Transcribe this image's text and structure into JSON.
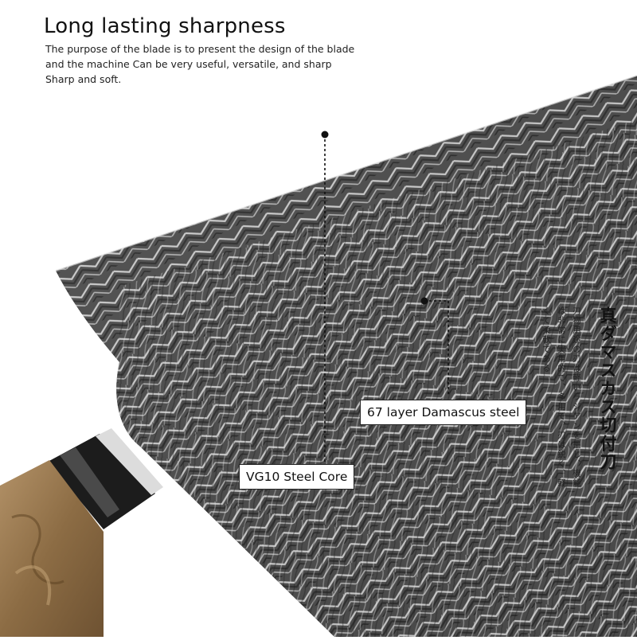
{
  "header": {
    "title": "Long lasting sharpness",
    "description": "The purpose of the blade is to present the design of the blade and the machine Can be very useful, versatile, and sharp Sharp and soft."
  },
  "callouts": {
    "core": "VG10 Steel Core",
    "layers": "67 layer Damascus steel"
  },
  "japanese": {
    "title": "真ダマスカス切付刀",
    "body": "刃物用途の刃は軽いラジアンを呈し、機能は非常に実用的で、多用で、刃は鋭く、軽くて柔軟である"
  },
  "colors": {
    "blade_dark": "#2a2a2a",
    "blade_light": "#cfcfcf",
    "handle_wood": "#a08054",
    "bolster": "#1c1c1c"
  }
}
